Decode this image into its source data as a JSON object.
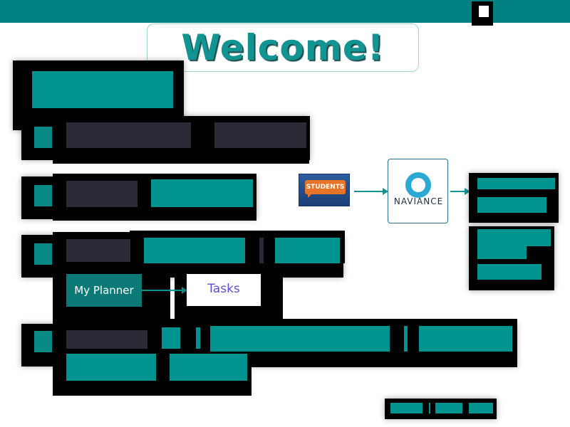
{
  "header": {
    "welcome": "Welcome!"
  },
  "flow": {
    "planner_label": "My Planner",
    "tasks_label": "Tasks",
    "students_label": "STUDENTS",
    "naviance_label": "NAVIANCE"
  },
  "colors": {
    "accent": "#008080",
    "teal": "#00938f",
    "dark": "#2b2a36"
  }
}
